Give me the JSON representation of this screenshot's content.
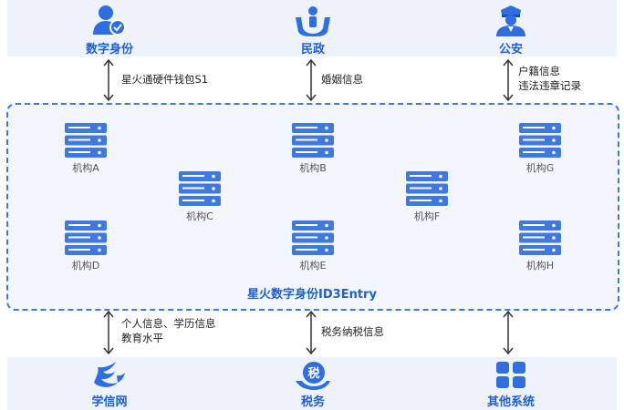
{
  "top_nodes": [
    {
      "label": "数字身份",
      "icon": "user-check-icon"
    },
    {
      "label": "民政",
      "icon": "hands-person-icon"
    },
    {
      "label": "公安",
      "icon": "police-officer-icon"
    }
  ],
  "top_links": [
    {
      "lines": [
        "星火通硬件钱包S1"
      ]
    },
    {
      "lines": [
        "婚姻信息"
      ]
    },
    {
      "lines": [
        "户籍信息",
        "违法违章记录"
      ]
    }
  ],
  "center": {
    "title": "星火数字身份ID3Entry"
  },
  "institutions": [
    "机构A",
    "机构B",
    "机构G",
    "机构C",
    "机构F",
    "机构D",
    "机构E",
    "机构H"
  ],
  "bottom_links": [
    {
      "lines": [
        "个人信息、学历信息",
        "教育水平"
      ]
    },
    {
      "lines": [
        "税务纳税信息"
      ]
    },
    {
      "lines": []
    }
  ],
  "bottom_nodes": [
    {
      "label": "学信网",
      "icon": "bird-logo-icon"
    },
    {
      "label": "税务",
      "icon": "tax-hand-icon",
      "glyph": "税"
    },
    {
      "label": "其他系统",
      "icon": "grid-apps-icon"
    }
  ],
  "colors": {
    "accent": "#1f5fd6",
    "server": "#3f78e0",
    "band": "#eef2fa",
    "border": "#3b7ae6"
  }
}
